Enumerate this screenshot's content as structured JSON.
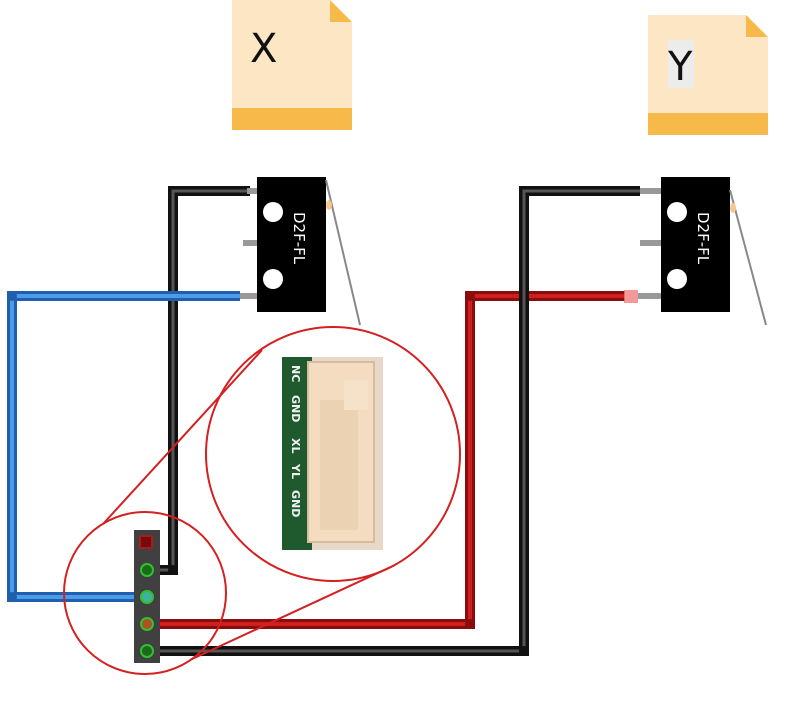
{
  "files": [
    {
      "label": "X"
    },
    {
      "label": "Y"
    }
  ],
  "switches": [
    {
      "model": "D2F-FL"
    },
    {
      "model": "D2F-FL"
    }
  ],
  "connector": {
    "pin_labels": [
      "NC",
      "GND",
      "XL",
      "YL",
      "GND"
    ]
  },
  "colors": {
    "file_body": "#fde6c4",
    "file_band": "#f7b94a",
    "wire_black": "#1a1a1a",
    "wire_blue": "#2f7fd6",
    "wire_red": "#b01414",
    "magnifier": "#d42020",
    "header": "#404040"
  }
}
